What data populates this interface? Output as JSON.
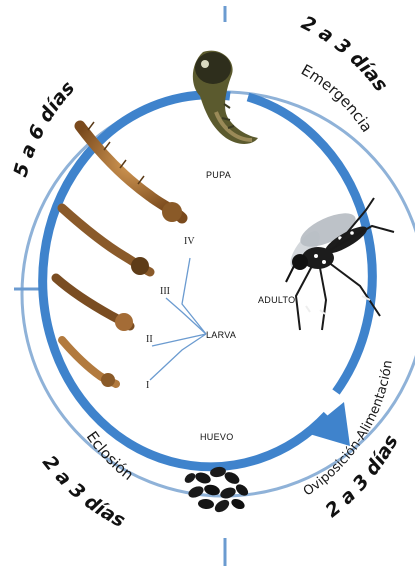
{
  "durations": {
    "top_right": "2 a 3 días",
    "top_left": "5 a 6 días",
    "bottom_left": "2 a 3 días",
    "bottom_right": "2 a 3 días"
  },
  "phases": {
    "emergence": "Emergencia",
    "oviposition": "Oviposición-Alimentación",
    "hatching": "Eclosión"
  },
  "stages": {
    "pupa": "PUPA",
    "adult": "ADULTO",
    "egg": "HUEVO",
    "larva": "LARVA"
  },
  "instars": [
    "IV",
    "III",
    "II",
    "I"
  ],
  "colors": {
    "outer_ring": "#8fb2d8",
    "inner_ring": "#3f83cc",
    "arrow": "#3f83cc"
  }
}
